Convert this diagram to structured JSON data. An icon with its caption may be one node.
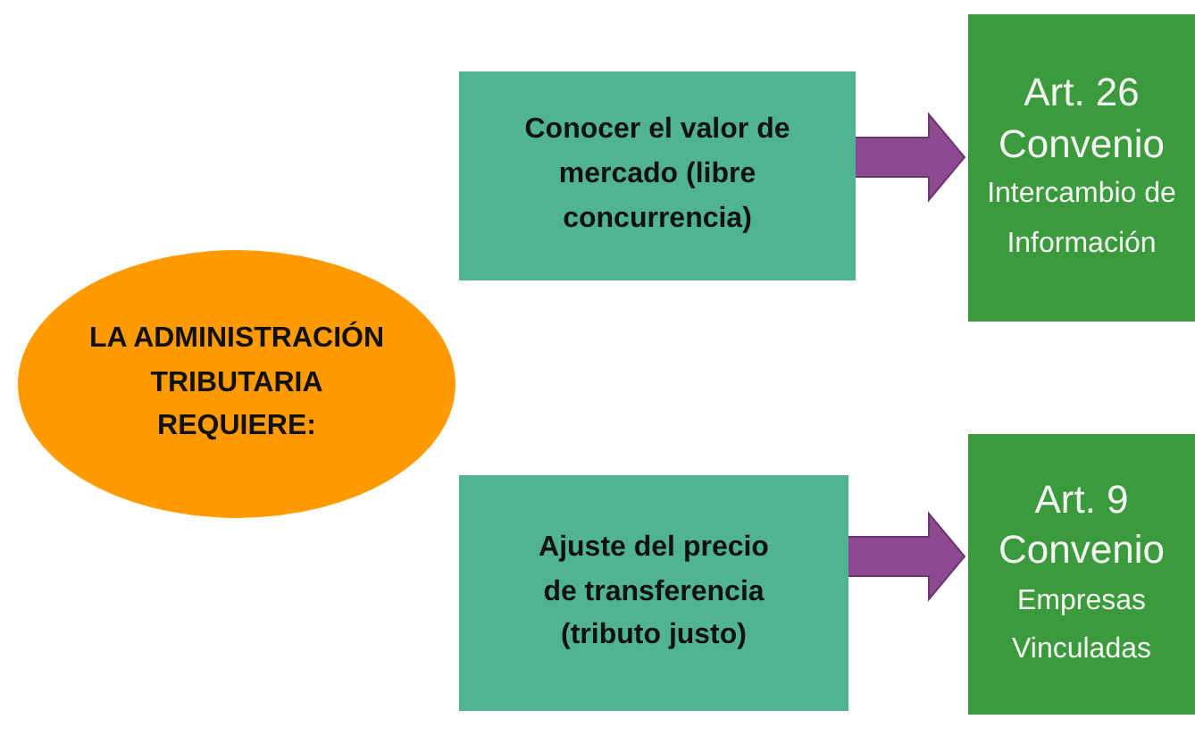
{
  "diagram": {
    "nodes": [
      {
        "text": [
          "LA ADMINISTRACIÓN TRIBUTARIA REQUIERE:"
        ]
      },
      {
        "text": [
          "Conocer el valor de mercado (libre concurrencia)"
        ]
      },
      {
        "text": [
          "Art. 26 Convenio",
          "Intercambio de Información"
        ]
      },
      {
        "text": [
          "Ajuste del precio de transferencia (tributo justo)"
        ]
      },
      {
        "text": [
          "Art. 9 Convenio",
          "Empresas Vinculadas"
        ]
      }
    ],
    "edges": [
      {
        "from": 1,
        "to": 2,
        "arrow": "to"
      },
      {
        "from": 3,
        "to": 4,
        "arrow": "to"
      }
    ]
  }
}
